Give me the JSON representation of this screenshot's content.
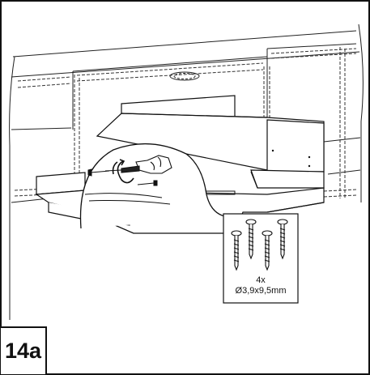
{
  "step": {
    "label": "14a"
  },
  "screws": {
    "count": "4x",
    "size": "Ø3,9x9,5mm"
  }
}
